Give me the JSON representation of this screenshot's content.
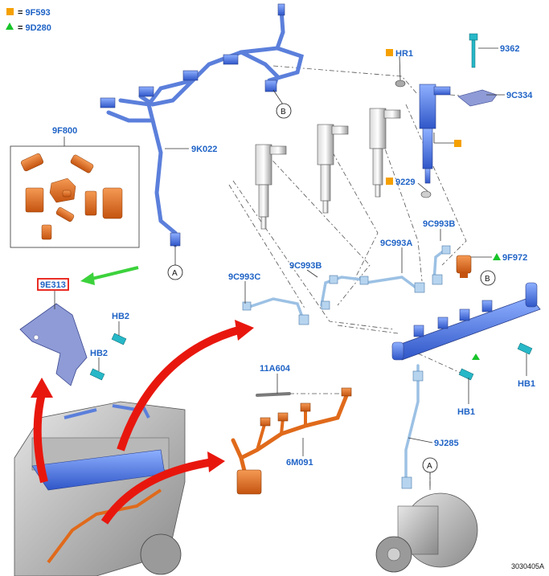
{
  "legend": [
    {
      "symbol": "square",
      "color": "#f5a000",
      "code": "9F593"
    },
    {
      "symbol": "triangle",
      "color": "#18c42a",
      "code": "9D280"
    }
  ],
  "labels": {
    "hr1": "HR1",
    "p9362": "9362",
    "p9c334": "9C334",
    "p9229": "9229",
    "p9c993b_top": "9C993B",
    "p9f972": "9F972",
    "p9c993a": "9C993A",
    "p9c993b_mid": "9C993B",
    "p9c993c": "9C993C",
    "p9f800": "9F800",
    "p9k022": "9K022",
    "p9e313": "9E313",
    "hb2_top": "HB2",
    "hb2_bot": "HB2",
    "p11a604": "11A604",
    "p6m091": "6M091",
    "hb1_mid": "HB1",
    "hb1_right": "HB1",
    "p9j285": "9J285"
  },
  "callouts": {
    "a_upper": "A",
    "a_lower": "A",
    "b_upper": "B",
    "b_right": "B"
  },
  "figure_ref": "3030405A",
  "colors": {
    "label_blue": "#1f63c6",
    "part_blue": "#5b7fdb",
    "part_orange": "#e06a1b",
    "arrow_red": "#e8170e",
    "arrow_green": "#3cd23c",
    "highlight_box": "#e8170e"
  }
}
